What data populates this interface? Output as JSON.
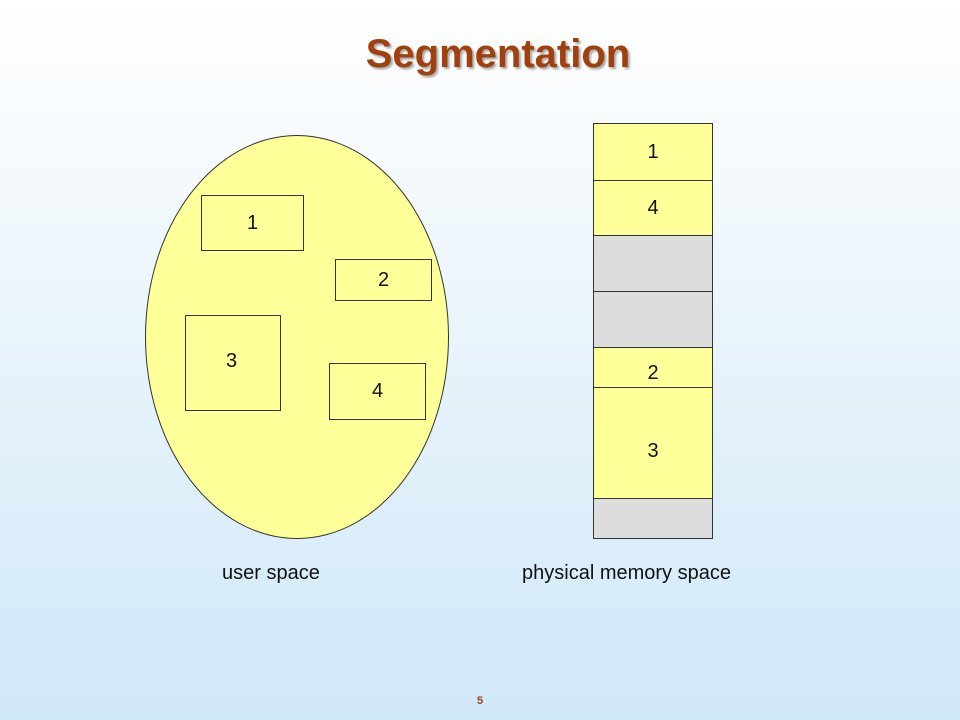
{
  "slide": {
    "title": "Segmentation",
    "page_number": "5"
  },
  "user_space": {
    "caption": "user space",
    "segments": [
      "1",
      "2",
      "3",
      "4"
    ]
  },
  "physical_memory": {
    "caption": "physical memory space",
    "blocks": [
      {
        "label": "1",
        "state": "used"
      },
      {
        "label": "4",
        "state": "used"
      },
      {
        "label": "",
        "state": "free"
      },
      {
        "label": "",
        "state": "free"
      },
      {
        "label": "2",
        "state": "used"
      },
      {
        "label": "3",
        "state": "used"
      },
      {
        "label": "",
        "state": "free"
      }
    ]
  },
  "colors": {
    "title": "#a0410d",
    "segment_fill": "#ffff99",
    "free_fill": "#dddddd"
  }
}
